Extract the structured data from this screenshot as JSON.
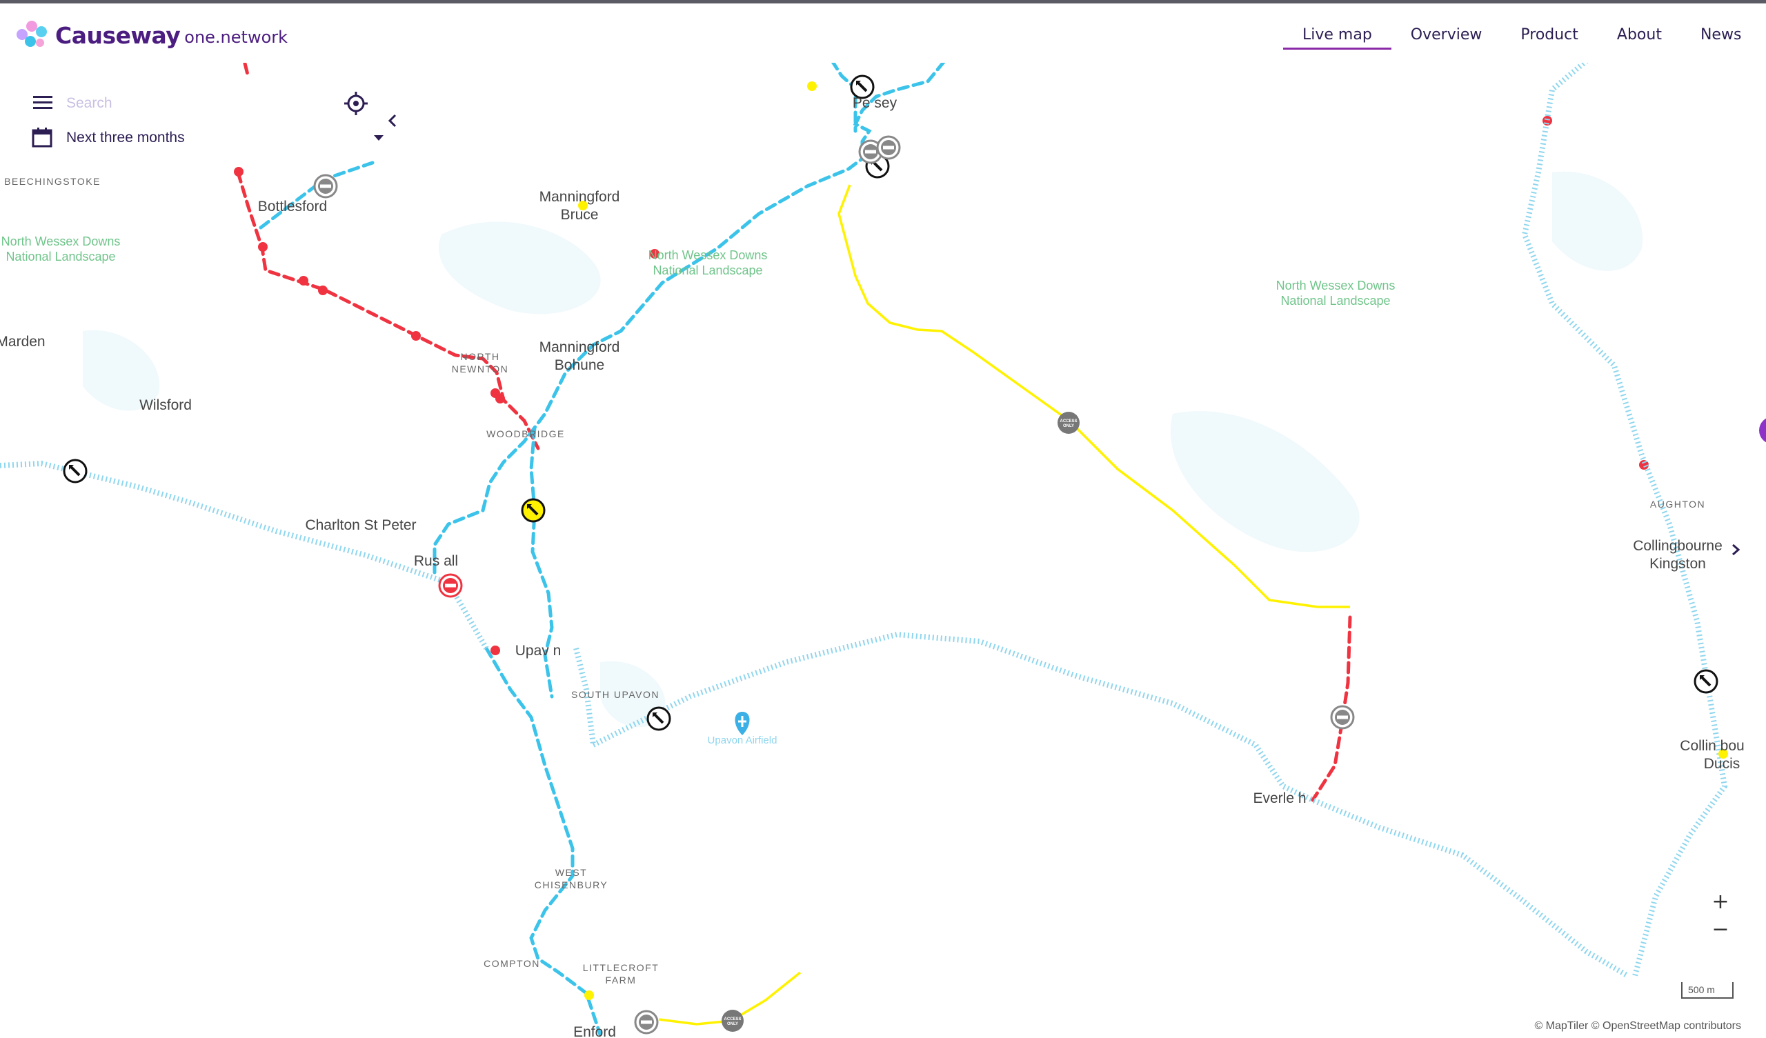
{
  "header": {
    "brand": "Causeway",
    "brand_sub": "one.network",
    "nav": [
      {
        "label": "Live map",
        "active": true
      },
      {
        "label": "Overview"
      },
      {
        "label": "Product"
      },
      {
        "label": "About"
      },
      {
        "label": "News"
      }
    ]
  },
  "panel": {
    "search_placeholder": "Search",
    "date_range": "Next three months"
  },
  "map": {
    "places": [
      {
        "name": "Pewsey",
        "shown": "Pe  sey"
      },
      {
        "name": "Manningford Bruce",
        "line1": "Manningford",
        "line2": "Bruce"
      },
      {
        "name": "Manningford Bohune",
        "line1": "Manningford",
        "line2": "Bohune"
      },
      {
        "name": "Bottlesford",
        "shown": "Bottlesford"
      },
      {
        "name": "Marden",
        "shown": "Marden"
      },
      {
        "name": "Wilsford",
        "shown": "Wilsford"
      },
      {
        "name": "Charlton St Peter",
        "shown": "Charlton St Peter"
      },
      {
        "name": "Rushall",
        "shown": "Rus  all"
      },
      {
        "name": "Upavon",
        "shown": "Upav  n"
      },
      {
        "name": "Everleigh",
        "shown": "Everle  h"
      },
      {
        "name": "Collingbourne Kingston",
        "line1": "Collingbourne",
        "line2": "Kingston"
      },
      {
        "name": "Collingbourne Ducis",
        "line1": "Collin  bou",
        "line2": "Ducis"
      },
      {
        "name": "Enford",
        "shown": "Enford"
      }
    ],
    "small_places": [
      "BEECHINGSTOKE",
      "NORTH",
      "NEWNTON",
      "WOODBRIDGE",
      "SOUTH UPAVON",
      "WEST",
      "CHISENBURY",
      "COMPTON",
      "LITTLECROFT",
      "FARM",
      "AUGHTON"
    ],
    "parks": [
      {
        "line1": "North Wessex Downs",
        "line2": "National Landscape"
      },
      {
        "line1": "North Wessex Downs",
        "line2": "National Landscape"
      },
      {
        "line1": "North Wessex Downs",
        "line2": "National Landscape"
      }
    ],
    "airfield": "Upavon Airfield",
    "badge_text": "ACCESS ONLY",
    "colors": {
      "closure_red": "#ef3340",
      "diversion_blue": "#3bc3ea",
      "restriction_yellow": "#fff200",
      "brand_purple": "#4c1d80",
      "nav_underline": "#8a2aa8"
    }
  },
  "controls": {
    "zoom_in": "+",
    "zoom_out": "−",
    "scale": "500 m",
    "attribution_1": "© MapTiler",
    "attribution_2": "© OpenStreetMap contributors"
  },
  "icons": {
    "logo": "causeway-logo-icon",
    "menu": "menu-icon",
    "locate": "crosshair-icon",
    "calendar": "calendar-icon",
    "collapse": "chevron-left-icon",
    "roadworks": "roadworks-icon",
    "no_entry": "no-entry-icon",
    "airport": "airport-icon"
  }
}
